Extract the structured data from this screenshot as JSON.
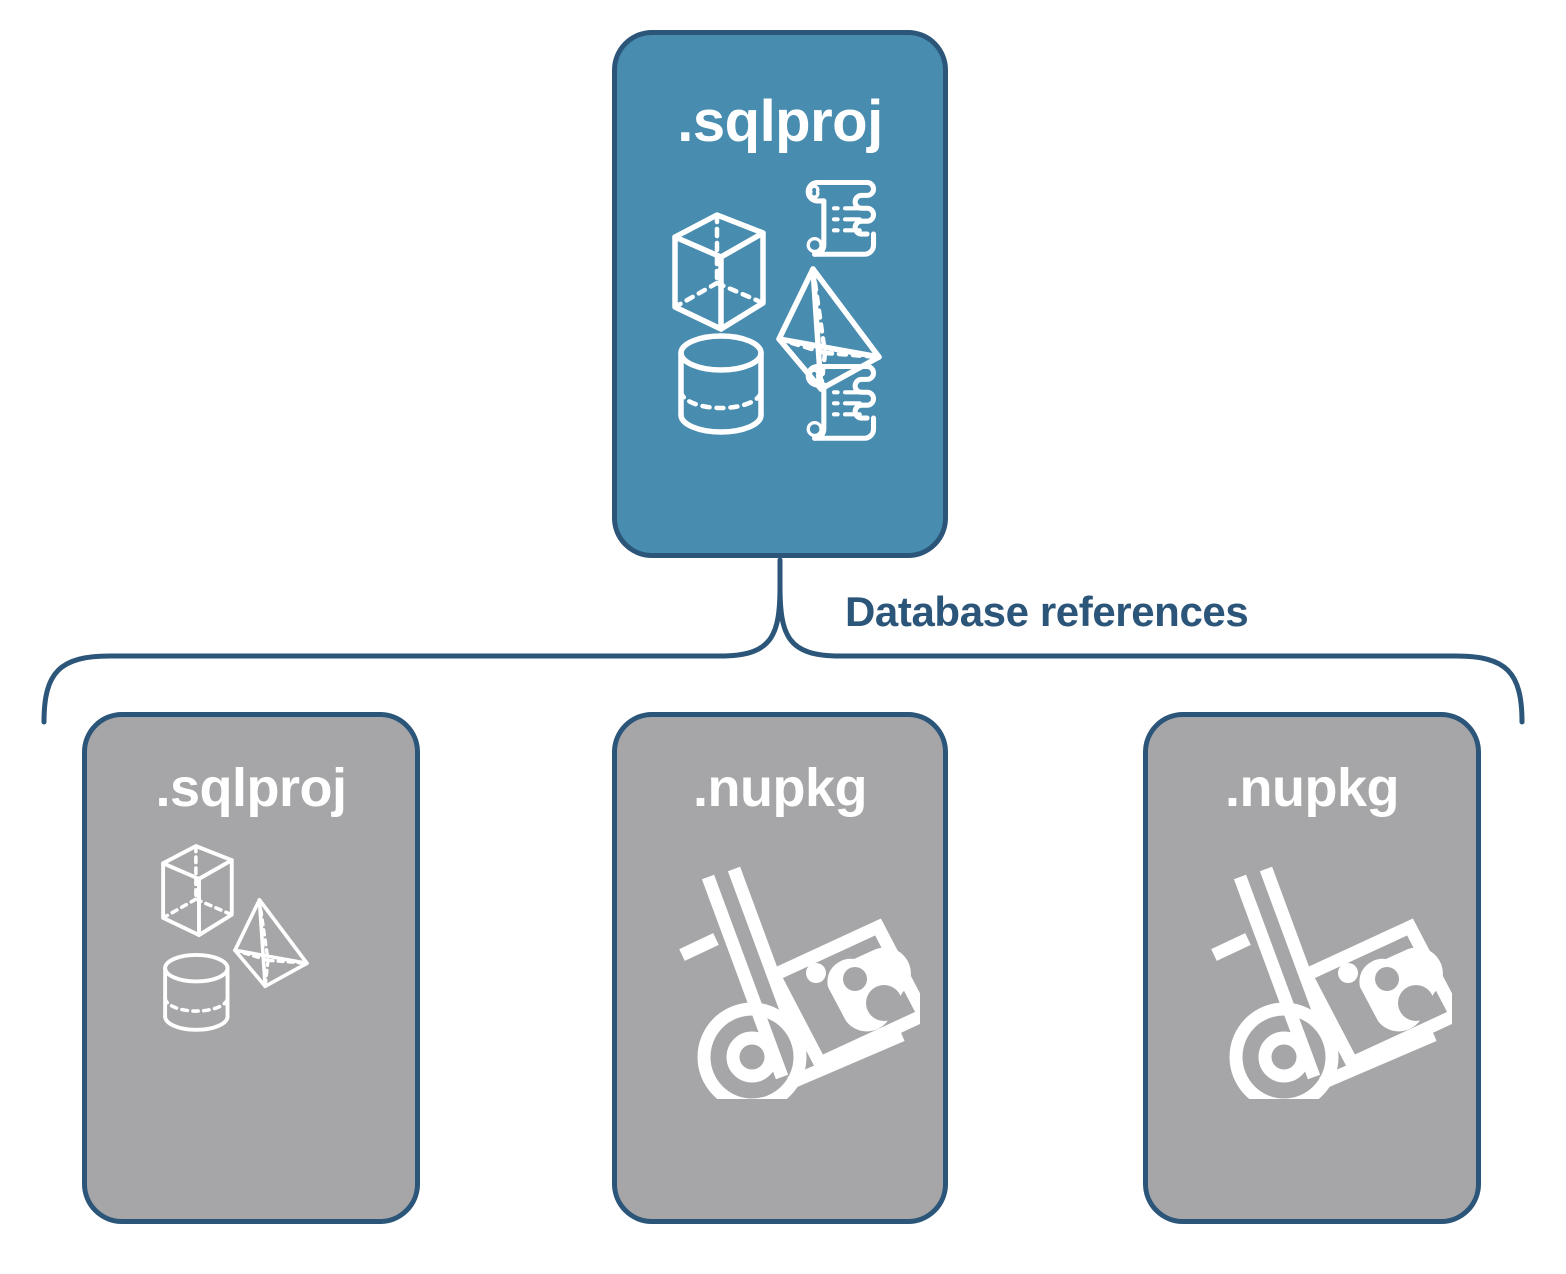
{
  "diagram": {
    "title": "Database references",
    "colors": {
      "primary_fill": "#488CAF",
      "secondary_fill": "#A6A6A8",
      "stroke": "#2B5579",
      "icon": "#FFFFFF",
      "background": "#FFFFFF"
    },
    "caption": "Database references",
    "root": {
      "label": ".sqlproj",
      "fill": "#488CAF",
      "icons": [
        "cube-icon",
        "scroll-icon",
        "pyramid-icon",
        "cylinder-icon",
        "scroll-icon"
      ]
    },
    "references": [
      {
        "label": ".sqlproj",
        "fill": "#A6A6A8",
        "icons": [
          "cube-icon",
          "pyramid-icon",
          "cylinder-icon"
        ]
      },
      {
        "label": ".nupkg",
        "fill": "#A6A6A8",
        "icons": [
          "hand-truck-package-icon"
        ]
      },
      {
        "label": ".nupkg",
        "fill": "#A6A6A8",
        "icons": [
          "hand-truck-package-icon"
        ]
      }
    ]
  }
}
